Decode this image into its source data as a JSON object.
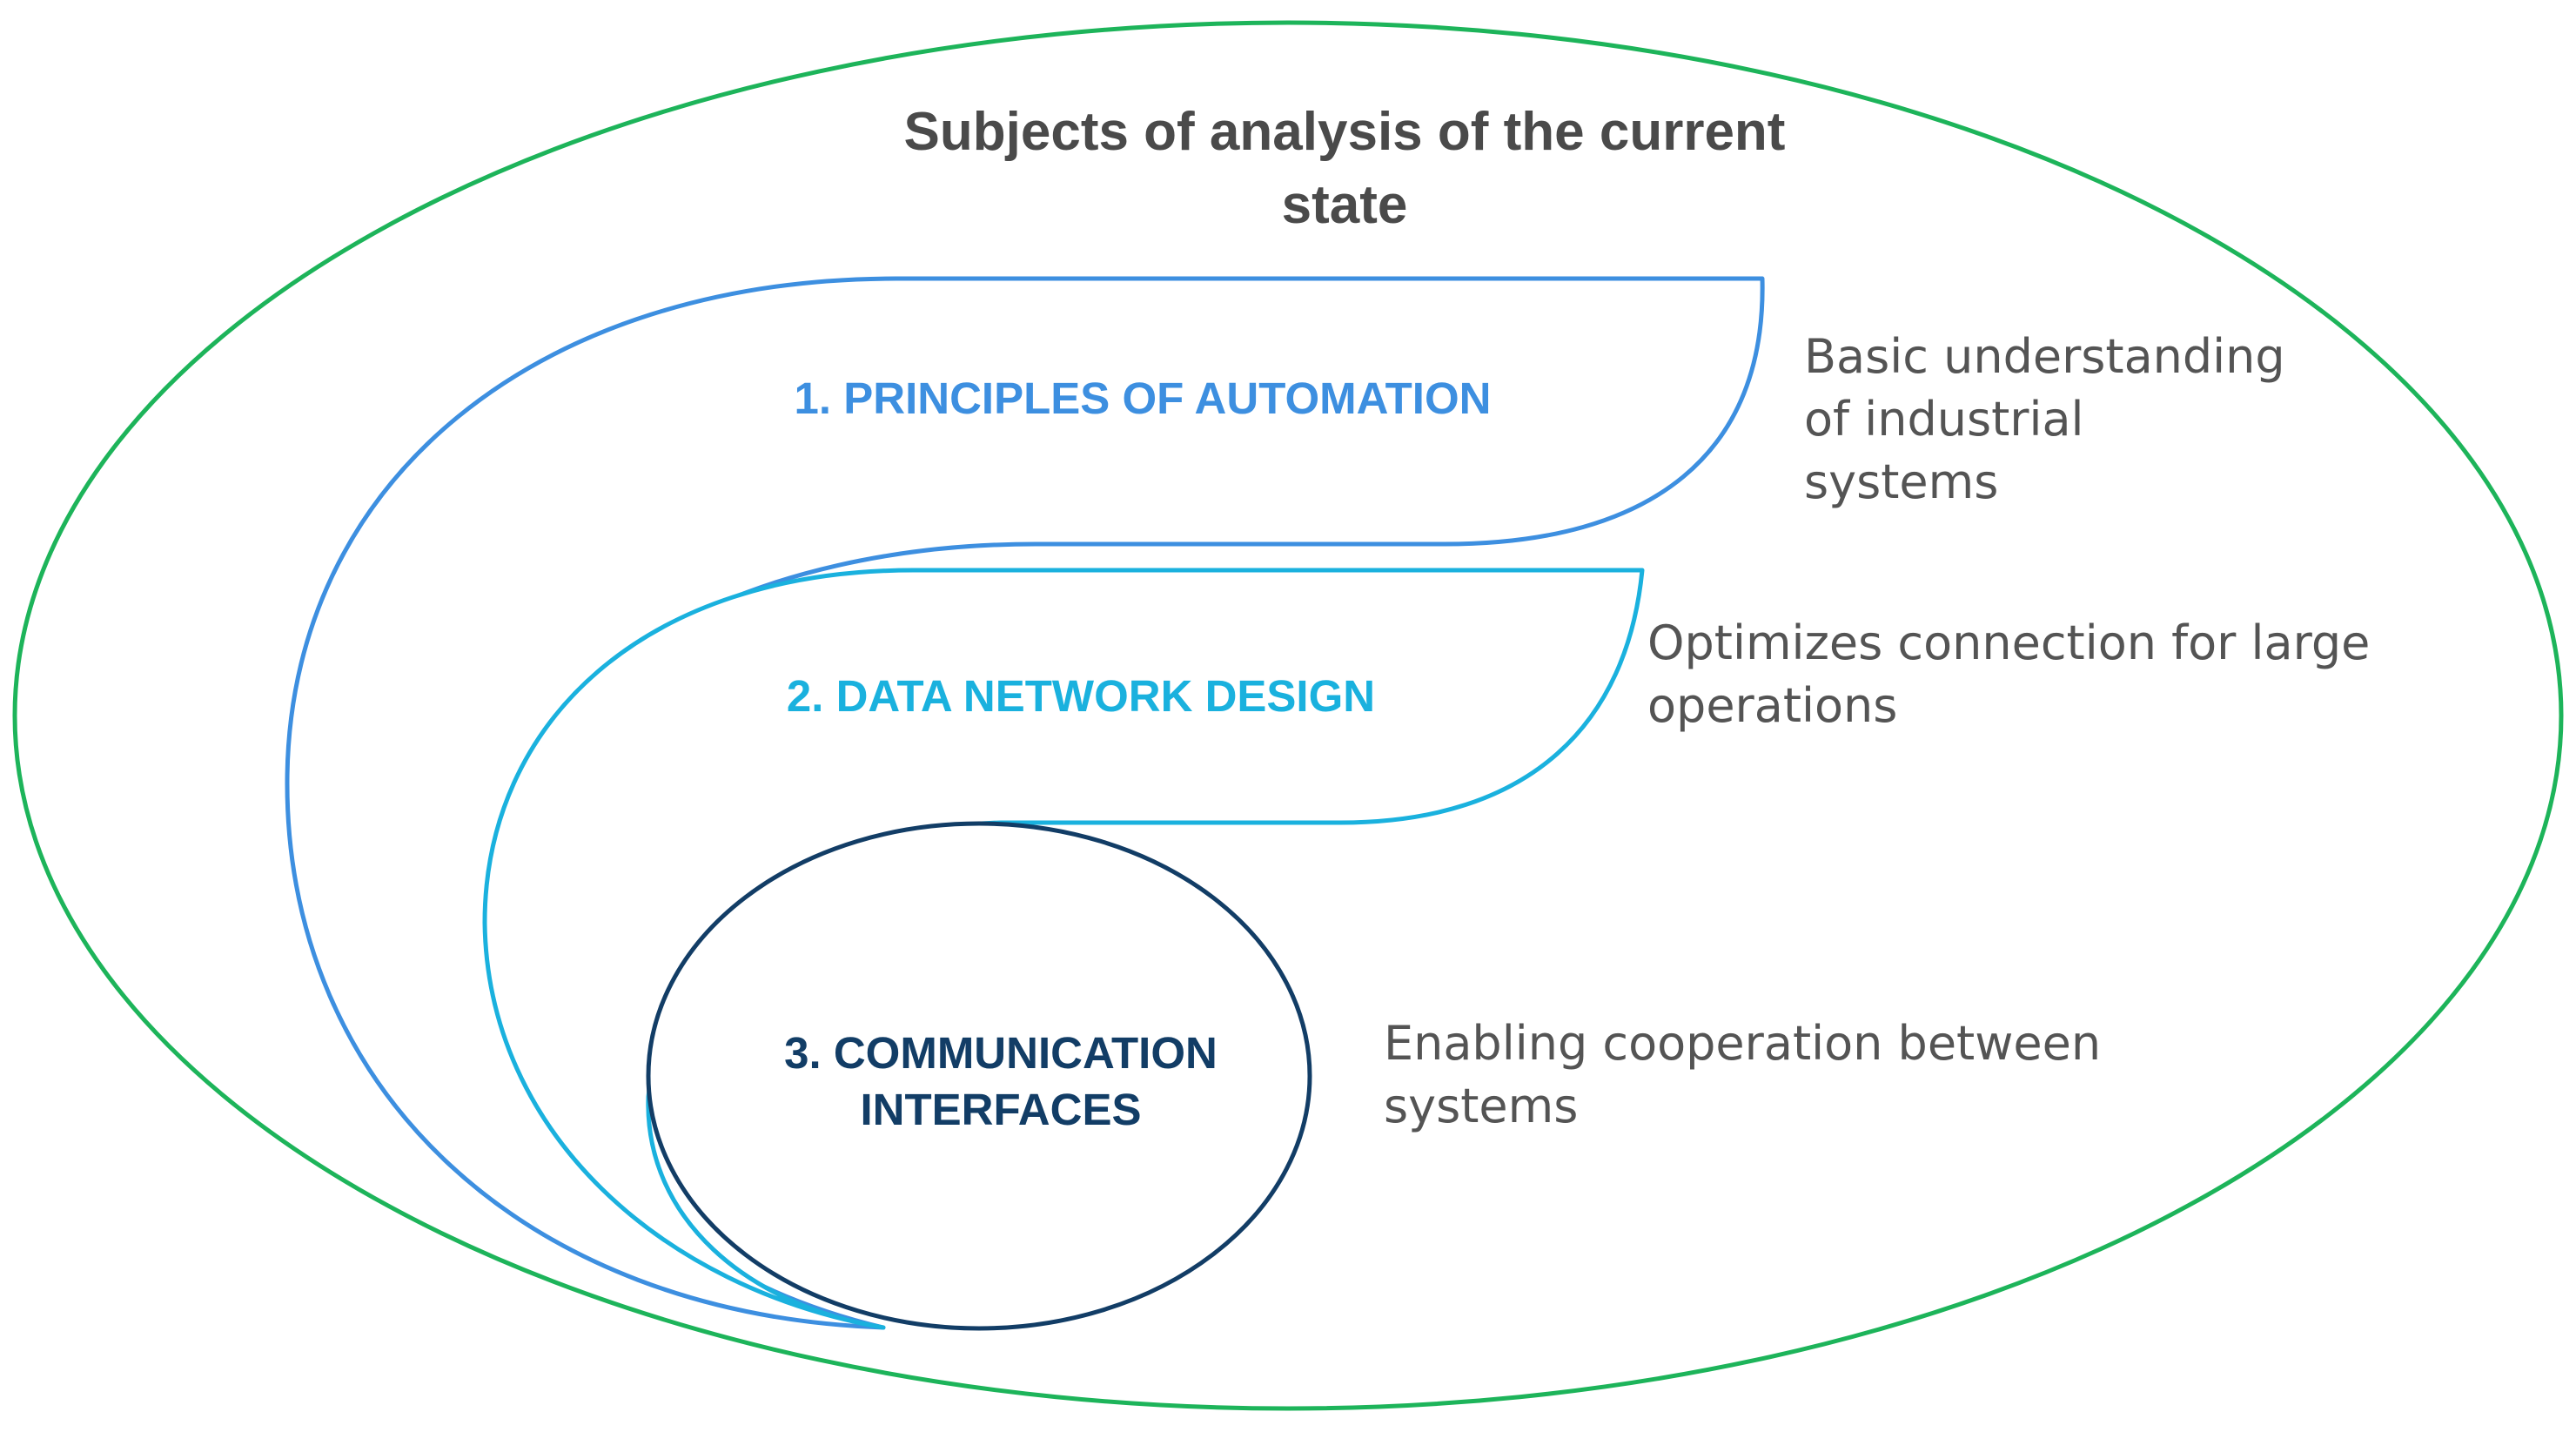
{
  "title": {
    "line1": "Subjects of analysis of the current",
    "line2": "state"
  },
  "layers": [
    {
      "label": "1. PRINCIPLES OF AUTOMATION",
      "description": [
        "Basic understanding",
        "of industrial",
        "systems"
      ],
      "color": "#3d8fe0"
    },
    {
      "label": "2. DATA NETWORK DESIGN",
      "description": [
        "Optimizes connection for large",
        "operations"
      ],
      "color": "#1ab1de"
    },
    {
      "label_lines": [
        "3. COMMUNICATION",
        "INTERFACES"
      ],
      "description": [
        "Enabling cooperation between",
        "systems"
      ],
      "color": "#123d66"
    }
  ],
  "colors": {
    "outer_ellipse": "#1db45a",
    "title_text": "#4a4a4a",
    "description_text": "#545454"
  }
}
